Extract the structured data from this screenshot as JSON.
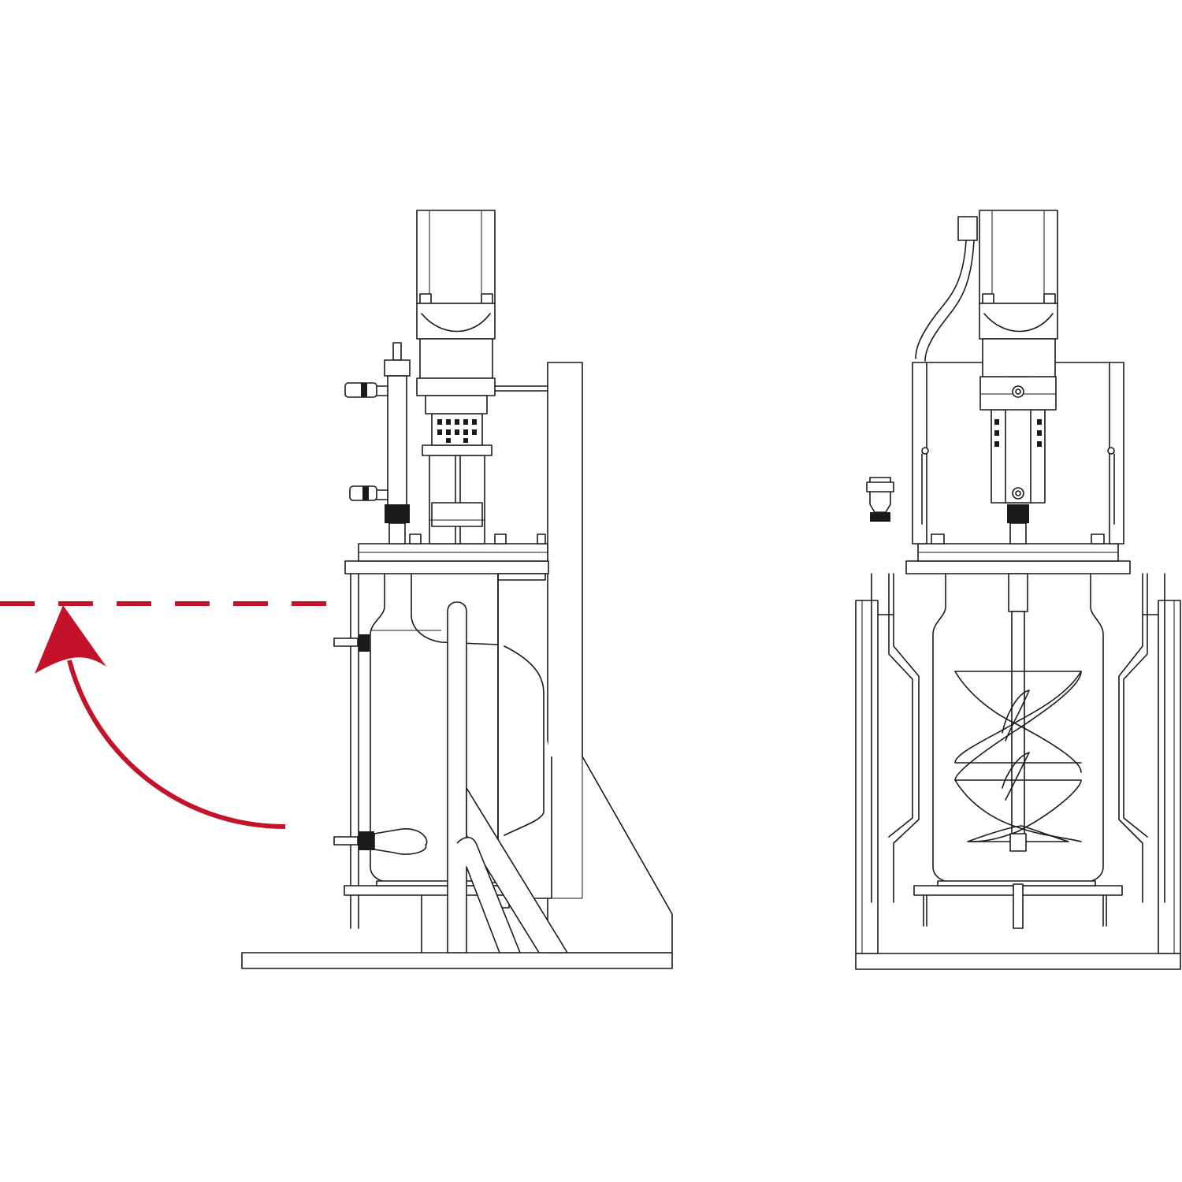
{
  "figure": {
    "views": [
      {
        "name": "side-view"
      },
      {
        "name": "front-view"
      }
    ],
    "annotation": {
      "style": "dashed-line-with-curved-arrow",
      "meaning": "tilt-up"
    }
  },
  "colors": {
    "background": "#ffffff",
    "line": "#1a1a1a",
    "accent": "#c2132a"
  },
  "icons": [
    "curved-arrow-icon"
  ]
}
